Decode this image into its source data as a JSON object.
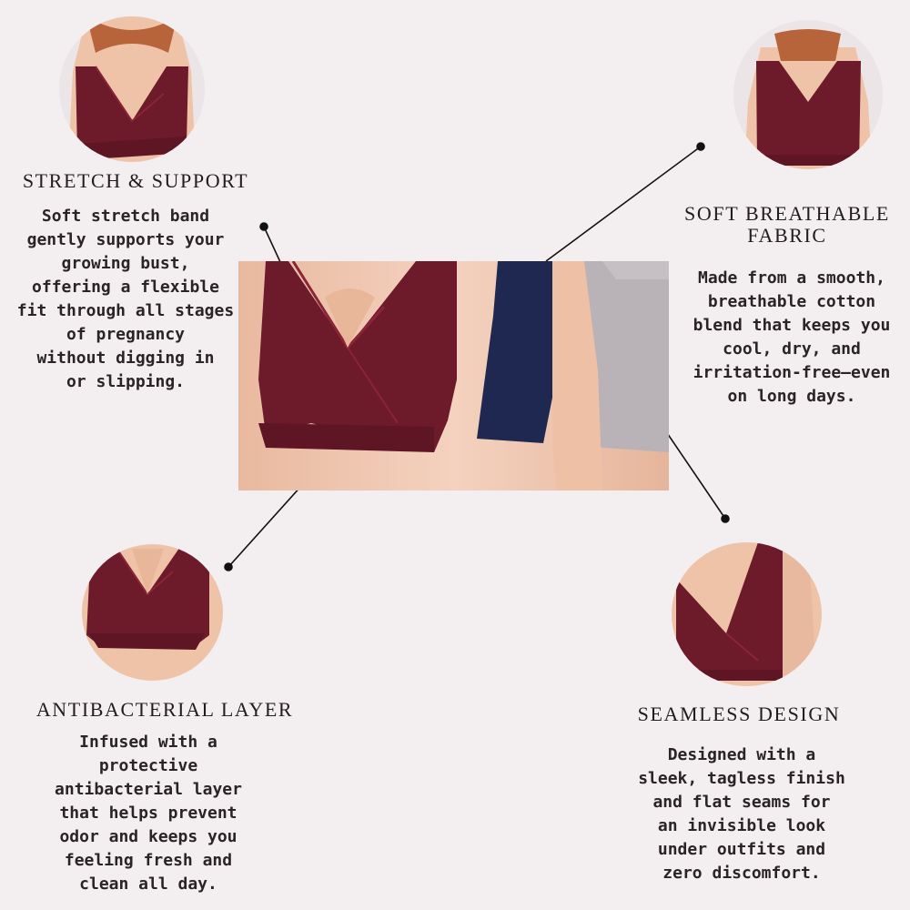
{
  "features": {
    "stretch": {
      "title": "STRETCH & SUPPORT",
      "text": "Soft stretch band\ngently supports your\ngrowing bust,\noffering a flexible\nfit through all stages\nof pregnancy\nwithout digging in\nor slipping."
    },
    "breathable": {
      "title": "SOFT BREATHABLE\nFABRIC",
      "text": "Made from a smooth,\nbreathable cotton\nblend that keeps you\ncool, dry, and\nirritation-free—even\non long days."
    },
    "antibacterial": {
      "title": "ANTIBACTERIAL LAYER",
      "text": "Infused with a\nprotective\nantibacterial layer\nthat helps prevent\nodor and keeps you\nfeeling fresh and\nclean all day."
    },
    "seamless": {
      "title": "SEAMLESS DESIGN",
      "text": "Designed with a\nsleek, tagless finish\nand flat seams for\nan invisible look\nunder outfits and\nzero discomfort."
    }
  },
  "colors": {
    "background": "#f3eff1",
    "burgundy": "#6e1a2c",
    "navy": "#1f2a4f",
    "grey": "#b8b2b7",
    "skin": "#f0c6ad",
    "text": "#231c1e"
  },
  "images": {
    "hero": "three-color-bra-lineup",
    "front_closeup": "burgundy-bra-front-model",
    "back_closeup": "burgundy-bra-back-view",
    "band_closeup": "burgundy-bra-band-closeup",
    "side_closeup": "burgundy-bra-side-closeup"
  }
}
